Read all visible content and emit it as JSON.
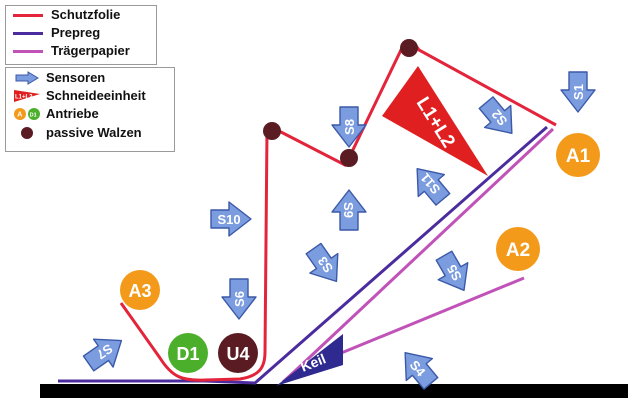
{
  "colors": {
    "schutzfolie": "#e3243b",
    "prepreg": "#4b2c9e",
    "traegerpapier": "#c052b8",
    "sensor_fill": "#7b9cde",
    "sensor_stroke": "#3b59a8",
    "drive_orange": "#f39a1b",
    "drive_green": "#4caf2b",
    "roller_dark": "#5a1b22",
    "cutter": "#e02020",
    "keil": "#2f2a8f",
    "floor": "#000000"
  },
  "legend_lines": [
    {
      "label": "Schutzfolie",
      "color_key": "schutzfolie"
    },
    {
      "label": "Prepreg",
      "color_key": "prepreg"
    },
    {
      "label": "Trägerpapier",
      "color_key": "traegerpapier"
    }
  ],
  "legend_symbols": [
    {
      "label": "Sensoren",
      "icon": "sensor-arrow-icon"
    },
    {
      "label": "Schneideeinheit",
      "icon": "cutter-icon"
    },
    {
      "label": "Antriebe",
      "icon": "drive-icon"
    },
    {
      "label": "passive Walzen",
      "icon": "roller-icon"
    }
  ],
  "legend_icon_text": {
    "cutter": "L1+L2",
    "drive_a": "A",
    "drive_d": "D1"
  },
  "sensors": {
    "s1": "S1",
    "s2": "S2",
    "s3": "S3",
    "s4": "S4",
    "s5": "S5",
    "s6": "S6",
    "s7": "S7",
    "s8": "S8",
    "s9": "S9",
    "s10": "S10",
    "s11": "S11"
  },
  "drives": {
    "a1": "A1",
    "a2": "A2",
    "a3": "A3",
    "d1": "D1",
    "u4": "U4"
  },
  "cutter_label": "L1+L2",
  "keil_label": "Keil"
}
